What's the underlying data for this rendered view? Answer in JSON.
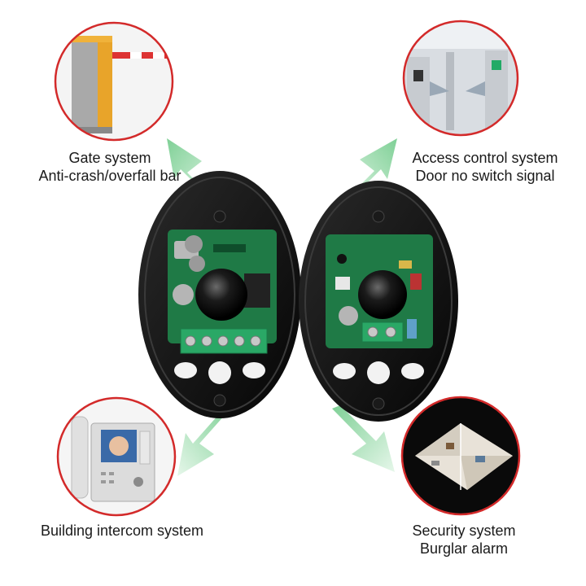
{
  "applications": [
    {
      "id": "gate",
      "line1": "Gate system",
      "line2": "Anti-crash/overfall bar",
      "icon": "barrier-gate-icon"
    },
    {
      "id": "access",
      "line1": "Access control system",
      "line2": "Door no switch signal",
      "icon": "turnstile-icon"
    },
    {
      "id": "intercom",
      "line1": "Building intercom system",
      "line2": "",
      "icon": "video-intercom-icon"
    },
    {
      "id": "security",
      "line1": "Security system",
      "line2": "Burglar alarm",
      "icon": "floor-plan-icon"
    }
  ],
  "colors": {
    "circle_border": "#d32a2a",
    "arrow": "#8fd6a2",
    "sensor_body": "#0b0b0b",
    "pcb": "#1f7a46",
    "terminal": "#2aa866"
  }
}
